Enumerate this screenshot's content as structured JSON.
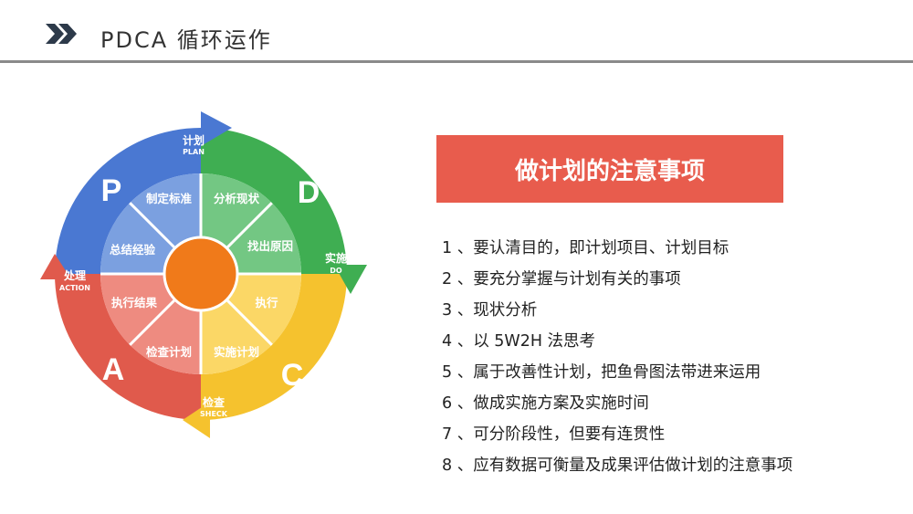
{
  "header": {
    "title": "PDCA 循环运作"
  },
  "cycle": {
    "phases": [
      {
        "letter": "P",
        "name_cn": "计划",
        "name_en": "PLAN"
      },
      {
        "letter": "D",
        "name_cn": "实施",
        "name_en": "DO"
      },
      {
        "letter": "C",
        "name_cn": "检查",
        "name_en": "SHECK"
      },
      {
        "letter": "A",
        "name_cn": "处理",
        "name_en": "ACTION"
      }
    ],
    "segments": [
      "制定标准",
      "分析现状",
      "找出原因",
      "执行",
      "实施计划",
      "检查计划",
      "执行结果",
      "总结经验"
    ],
    "colors": {
      "plan": "#4a78d2",
      "do": "#3fae52",
      "check": "#f5c22e",
      "action": "#e05a4c",
      "hub": "#f07a1a"
    }
  },
  "notes": {
    "title": "做计划的注意事项",
    "items": [
      "1 、要认清目的，即计划项目、计划目标",
      "2 、要充分掌握与计划有关的事项",
      "3 、现状分析",
      "4 、以 5W2H 法思考",
      "5 、属于改善性计划，把鱼骨图法带进来运用",
      "6 、做成实施方案及实施时间",
      "7 、可分阶段性，但要有连贯性",
      "8 、应有数据可衡量及成果评估做计划的注意事项"
    ]
  }
}
